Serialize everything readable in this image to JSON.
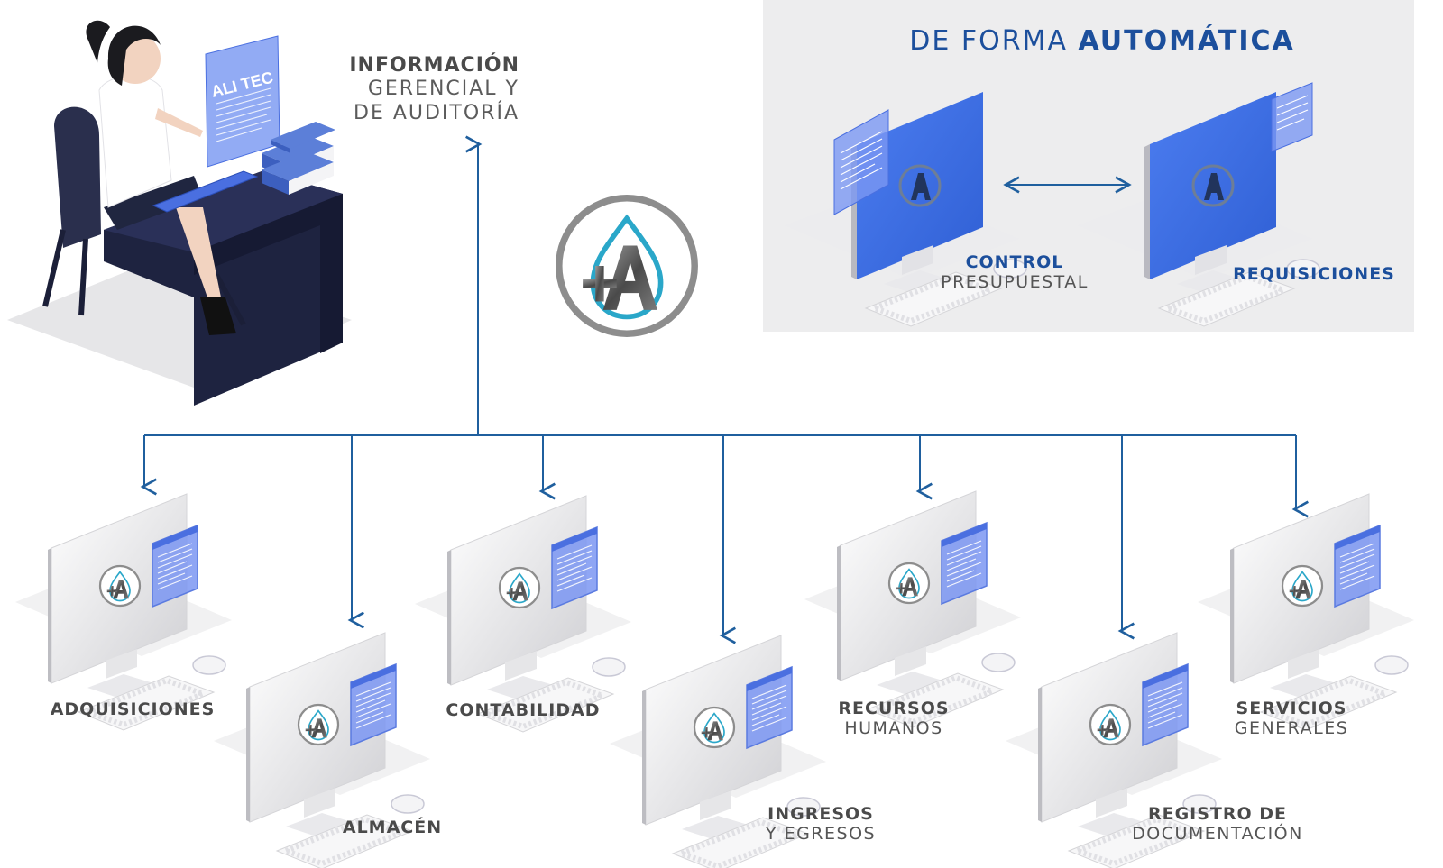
{
  "header": {
    "title_light": "DE FORMA",
    "title_bold": "AUTOMÁTICA"
  },
  "info": {
    "line1": "INFORMACIÓN",
    "line2": "GERENCIAL Y",
    "line3": "DE AUDITORÍA"
  },
  "brand": {
    "screen_text": "ALI TEC"
  },
  "colors": {
    "accent": "#1c4f9c",
    "connector": "#1f5f9e",
    "screen_blue": "#3f6fe0",
    "desk": "#1e2340"
  },
  "top": {
    "control": {
      "bold": "CONTROL",
      "light": "PRESUPUESTAL"
    },
    "requisiciones": {
      "bold": "REQUISICIONES",
      "light": ""
    }
  },
  "modules": {
    "adquisiciones": {
      "bold": "ADQUISICIONES",
      "light": ""
    },
    "almacen": {
      "bold": "ALMACÉN",
      "light": ""
    },
    "contabilidad": {
      "bold": "CONTABILIDAD",
      "light": ""
    },
    "ingresos": {
      "bold": "INGRESOS",
      "light": "Y EGRESOS"
    },
    "recursos": {
      "bold": "RECURSOS",
      "light": "HUMANOS"
    },
    "registro": {
      "bold": "REGISTRO DE",
      "light": "DOCUMENTACIÓN"
    },
    "servicios": {
      "bold": "SERVICIOS",
      "light": "GENERALES"
    }
  },
  "icons": [
    "logo-plus-a-icon",
    "monitor-icon",
    "keyboard-icon",
    "mouse-icon",
    "document-window-icon",
    "books-icon",
    "woman-at-desk-illustration"
  ]
}
